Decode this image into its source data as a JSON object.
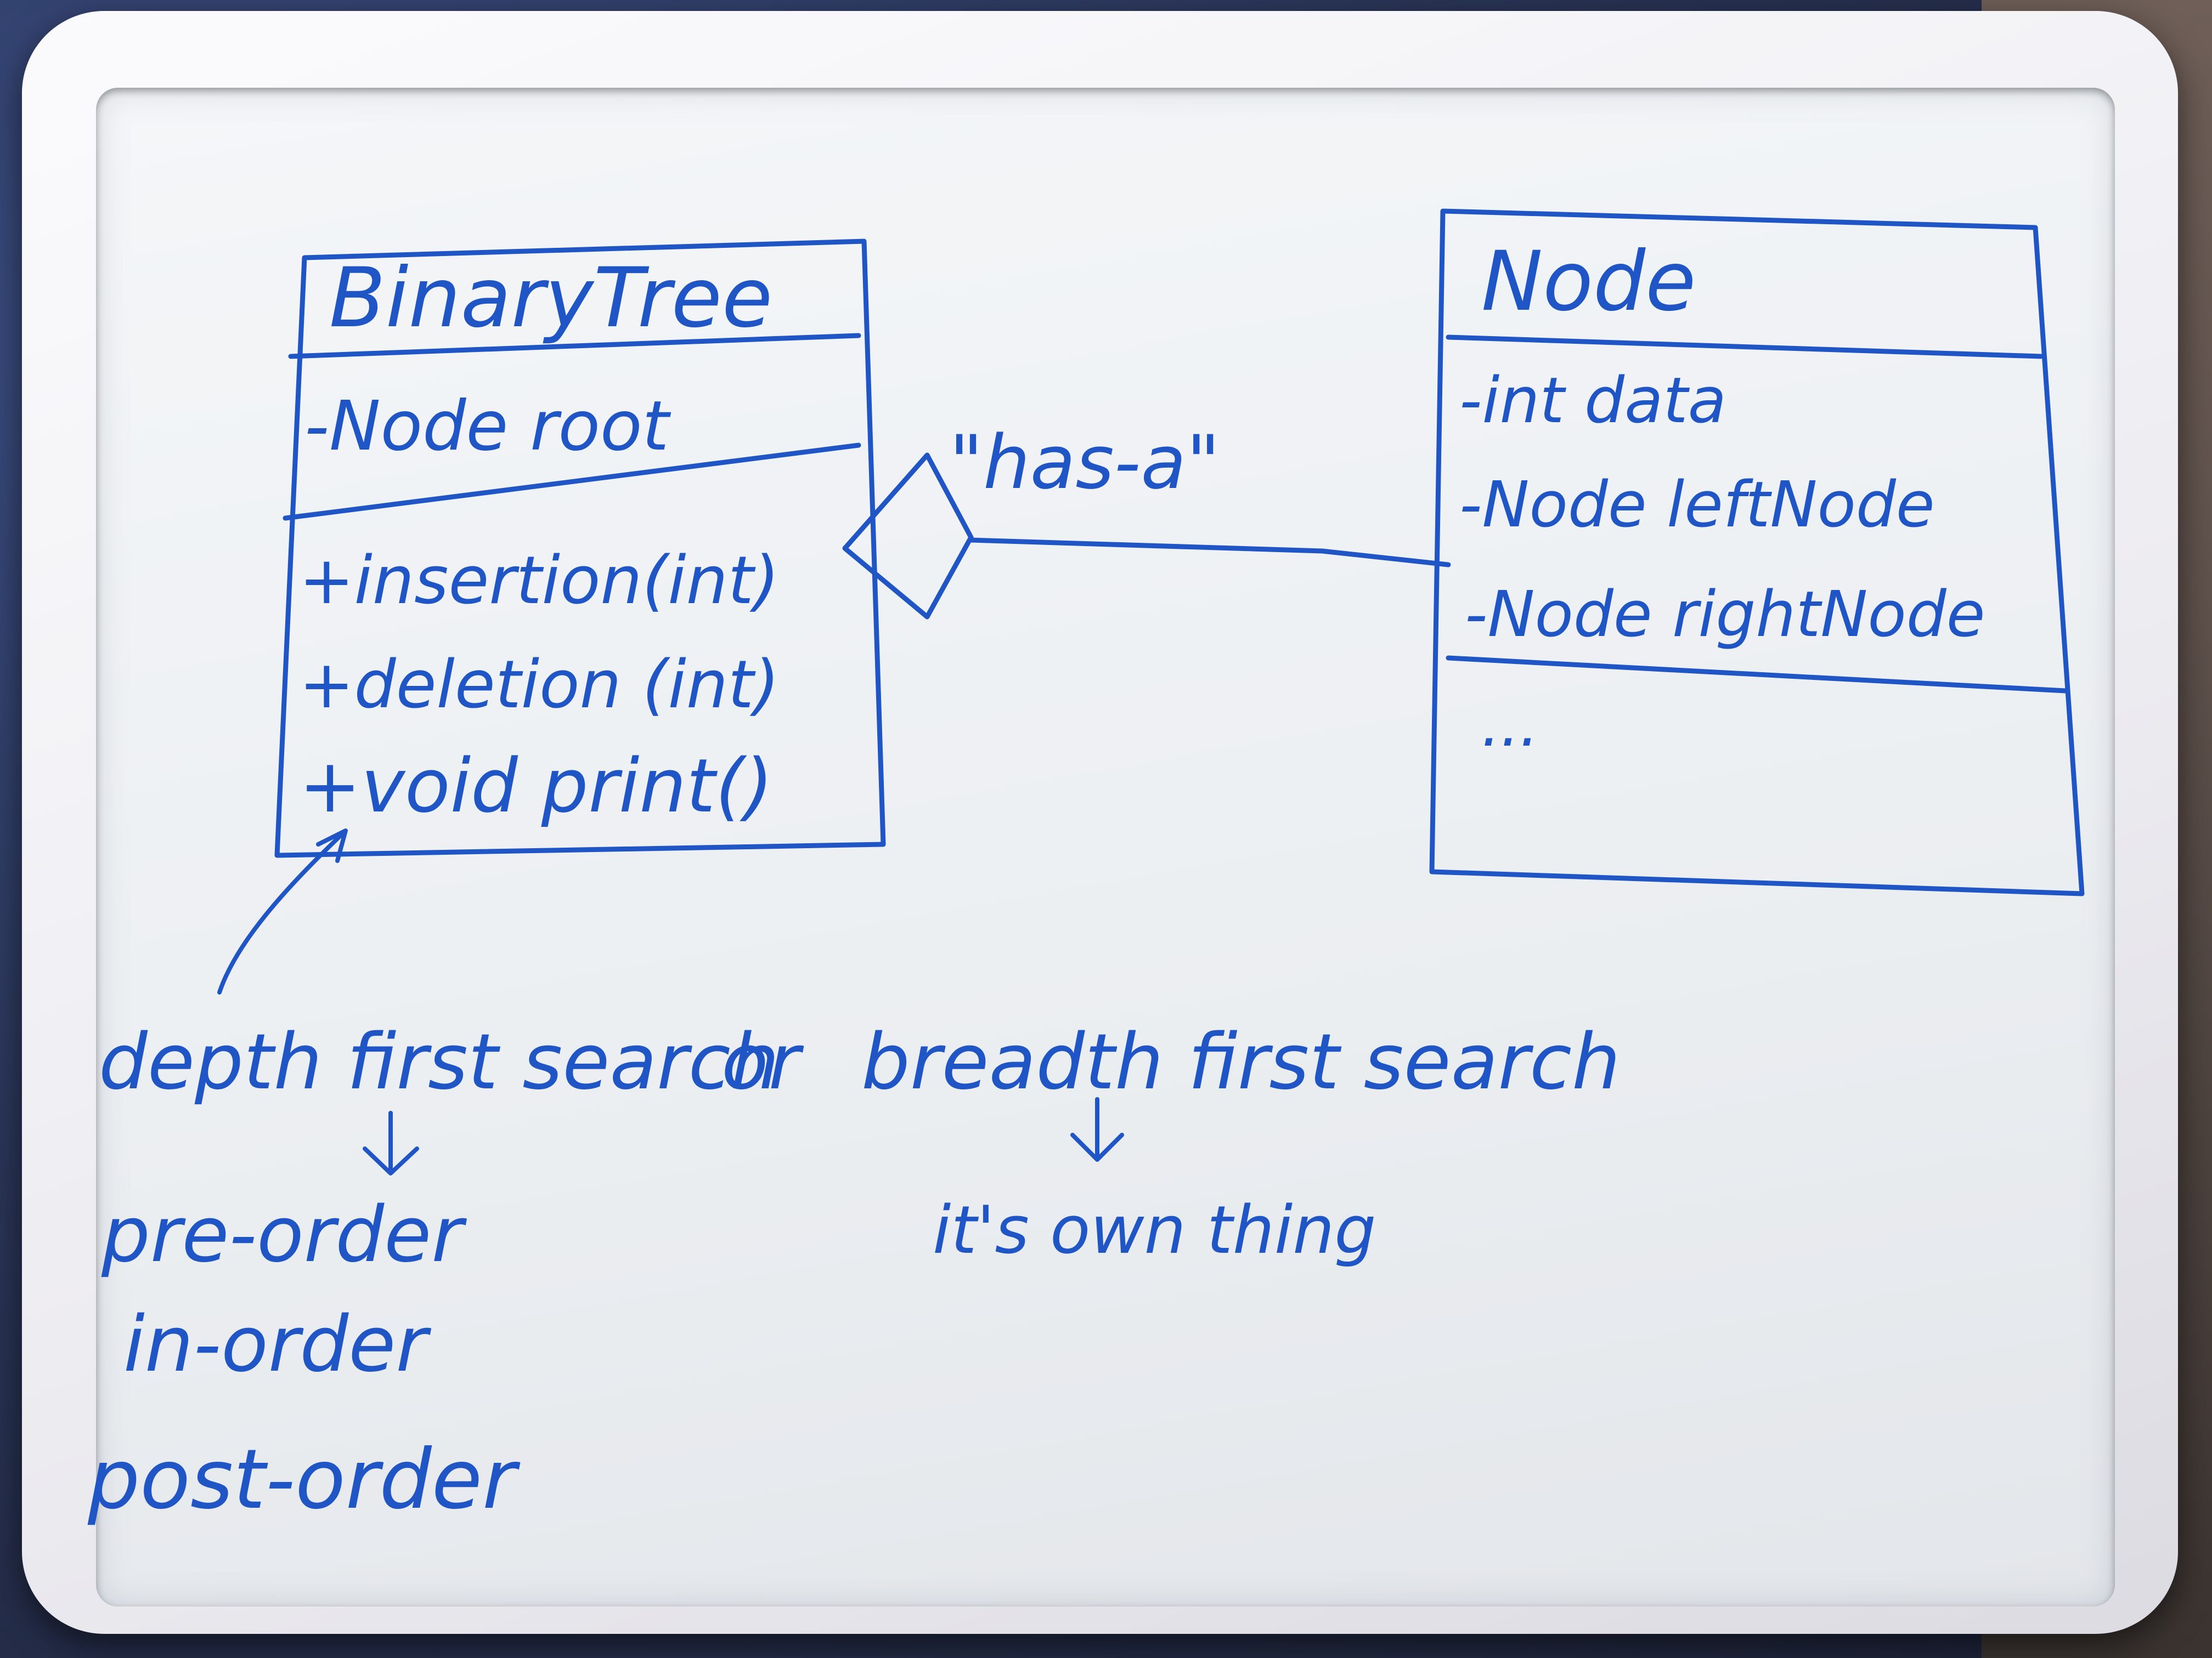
{
  "classes": [
    {
      "name": "BinaryTree",
      "attributes": [
        "-Node root"
      ],
      "methods": [
        "+insertion(int)",
        "+deletion (int)",
        "+void print()"
      ]
    },
    {
      "name": "Node",
      "attributes": [
        "-int data",
        "-Node leftNode",
        "-Node rightNode"
      ],
      "methods": [
        "..."
      ]
    }
  ],
  "relationship": {
    "label": "\"has-a\"",
    "type": "aggregation"
  },
  "notes": {
    "search_line_1": "depth first search",
    "search_or": "or",
    "search_line_2": "breadth first search",
    "dfs_orders": [
      "pre-order",
      "in-order",
      "post-order"
    ],
    "bfs_note": "it's own thing"
  },
  "colors": {
    "ink": "#1f55c4",
    "board": "#eef0f3",
    "frame": "#f4f4f7"
  }
}
